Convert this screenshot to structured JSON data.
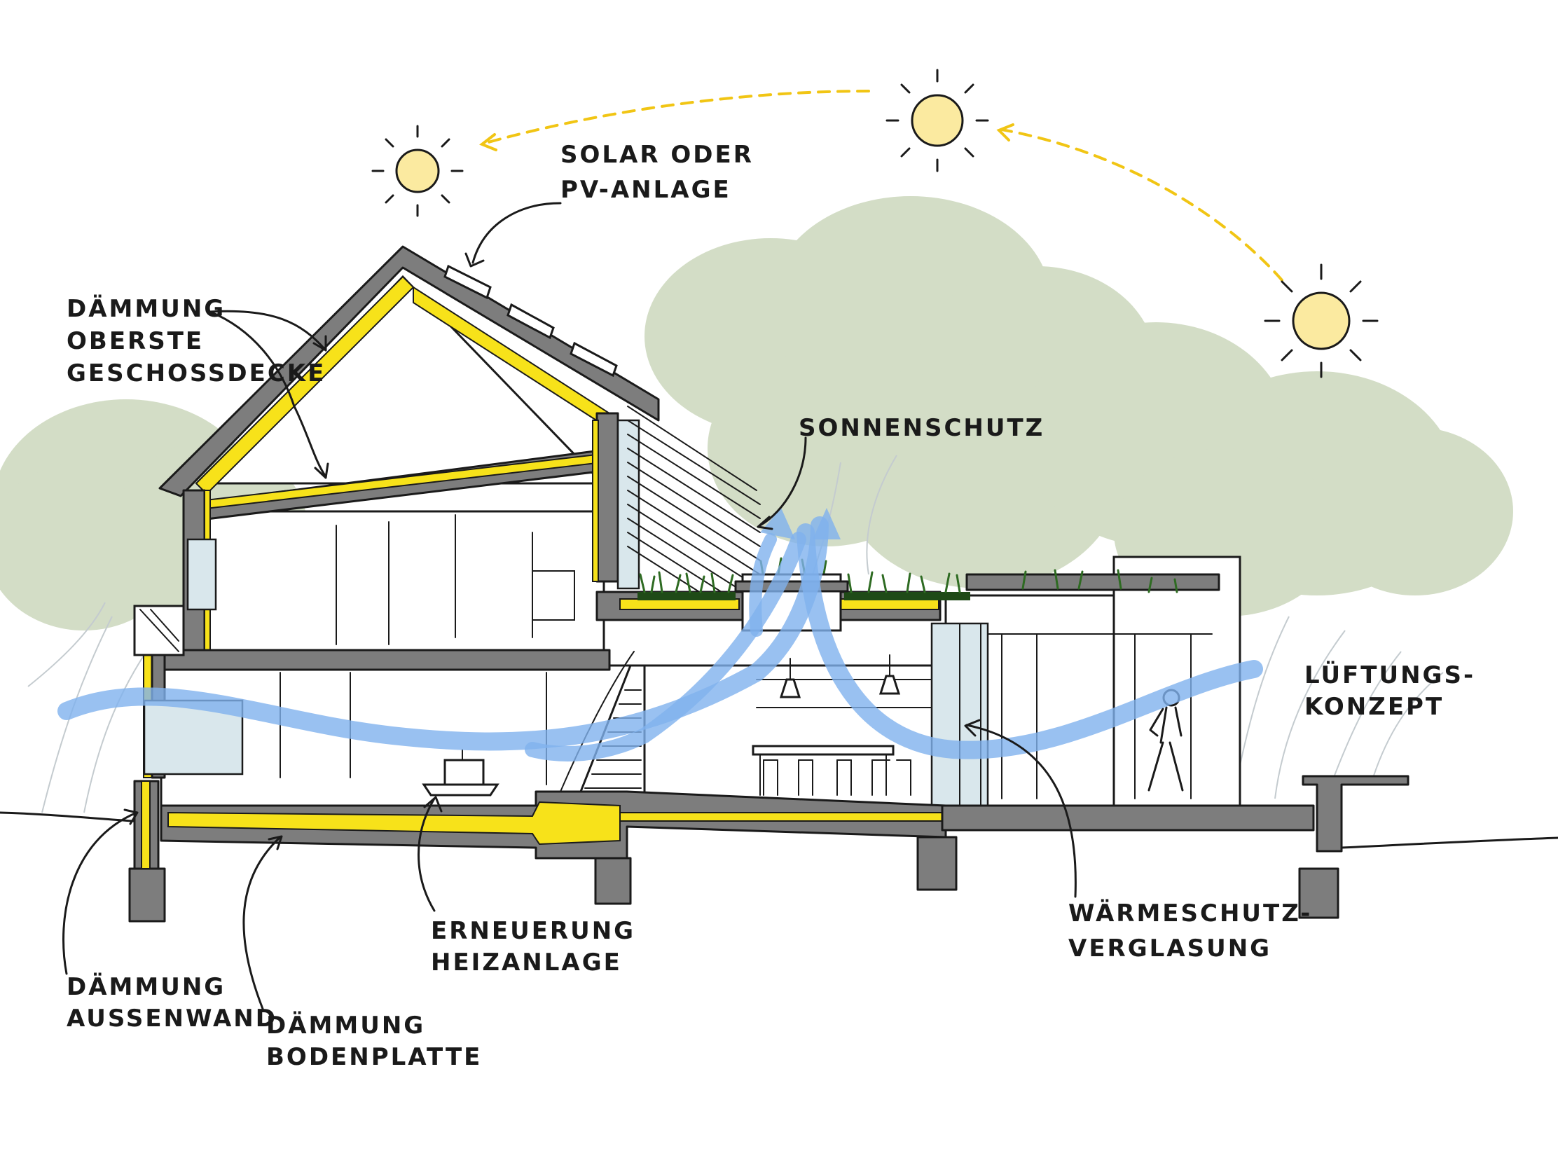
{
  "labels": {
    "solar_line1": "SOLAR ODER",
    "solar_line2": "PV-ANLAGE",
    "daemmung_decke_line1": "DÄMMUNG",
    "daemmung_decke_line2": "OBERSTE",
    "daemmung_decke_line3": "GESCHOSSDECKE",
    "sonnenschutz": "SONNENSCHUTZ",
    "lueftung_line1": "LÜFTUNGS-",
    "lueftung_line2": "KONZEPT",
    "waermeschutz_line1": "WÄRMESCHUTZ-",
    "waermeschutz_line2": "VERGLASUNG",
    "heizanlage_line1": "ERNEUERUNG",
    "heizanlage_line2": "HEIZANLAGE",
    "aussenwand_line1": "DÄMMUNG",
    "aussenwand_line2": "AUSSENWAND",
    "bodenplatte_line1": "DÄMMUNG",
    "bodenplatte_line2": "BODENPLATTE"
  },
  "icons": [
    "sun-icon",
    "person-icon",
    "ceiling-lamp-icon",
    "heater-icon"
  ],
  "colors": {
    "insulation": "#f7e21a",
    "structure": "#7d7d7d",
    "airflow": "#7fb1ee",
    "sun_path": "#f1c514",
    "trees": "#d3ddc6",
    "glass": "#d9e7ec"
  }
}
